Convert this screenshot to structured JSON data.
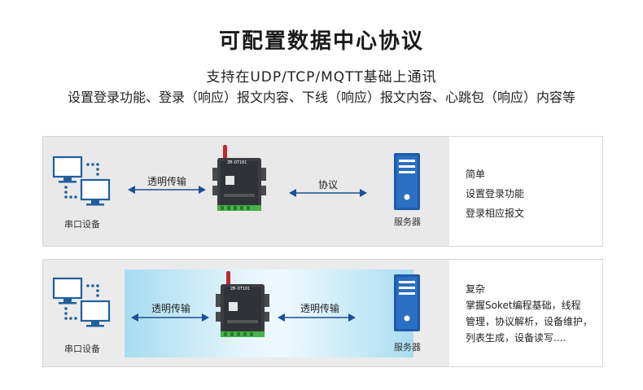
{
  "header": {
    "title": "可配置数据中心协议",
    "subtitle_line1": "支持在UDP/TCP/MQTT基础上通讯",
    "subtitle_line2": "设置登录功能、登录（响应）报文内容、下线（响应）报文内容、心跳包（响应）内容等"
  },
  "device_label": "ZM-DT101",
  "panel_simple": {
    "serial_label": "串口设备",
    "arrow1_label": "透明传输",
    "arrow2_label": "协议",
    "server_label": "服务器",
    "desc_title": "简单",
    "desc_lines": [
      "设置登录功能",
      "登录相应报文"
    ]
  },
  "panel_complex": {
    "serial_label": "串口设备",
    "arrow1_label": "透明传输",
    "arrow2_label": "透明传输",
    "server_label": "服务器",
    "desc_title": "复杂",
    "desc_lines": [
      "掌握Soket编程基础，线程",
      "管理，协议解析，设备维护，",
      "列表生成，设备读写...."
    ]
  },
  "colors": {
    "monitor": "#1f5f9e",
    "arrow": "#1c4f95",
    "server": "#1c5ba8",
    "antenna": "#c0282d"
  }
}
